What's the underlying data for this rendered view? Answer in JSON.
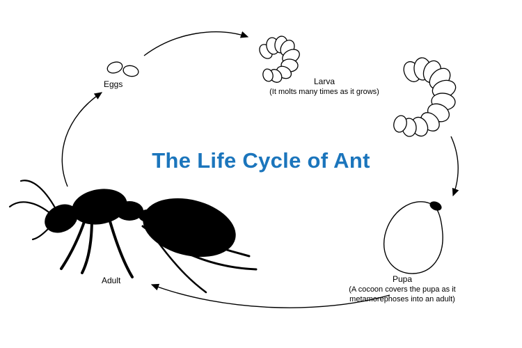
{
  "title": "The Life Cycle of Ant",
  "colors": {
    "title": "#1b75bc",
    "outline": "#000000",
    "background": "#ffffff"
  },
  "stages": {
    "eggs": {
      "label": "Eggs"
    },
    "larva": {
      "label": "Larva",
      "caption": "(It molts many times as it grows)"
    },
    "pupa": {
      "label": "Pupa",
      "caption_lines": [
        "(A cocoon covers the pupa as it",
        "metamorephoses into an adult)"
      ]
    },
    "adult": {
      "label": "Adult"
    }
  }
}
